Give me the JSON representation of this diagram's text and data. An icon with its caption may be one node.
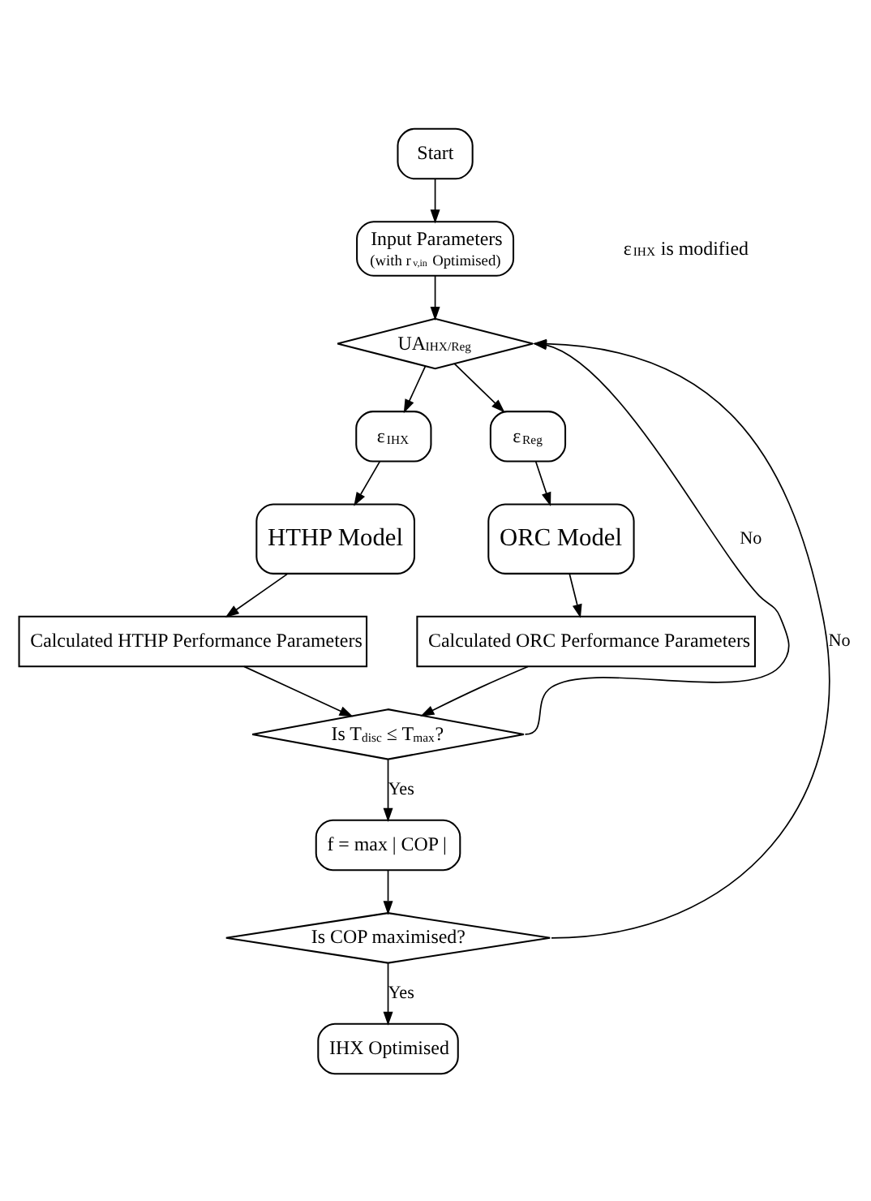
{
  "diagram": {
    "nodes": [
      {
        "text": [
          "Start"
        ]
      },
      {
        "text": [
          "Input Parameters",
          "(with r$_{v,in}$ Optimised)"
        ]
      },
      {
        "text": [
          "UA$_{IHX/Reg}$"
        ]
      },
      {
        "text": [
          "ε$_{IHX}$"
        ]
      },
      {
        "text": [
          "ε$_{Reg}$"
        ]
      },
      {
        "text": [
          "HTHP Model"
        ]
      },
      {
        "text": [
          "ORC Model"
        ]
      },
      {
        "text": [
          "Calculated HTHP Performance Parameters"
        ]
      },
      {
        "text": [
          "Calculated ORC Performance Parameters"
        ]
      },
      {
        "text": [
          "Is T$_{disc}$ ≤ T$_{max}$?"
        ]
      },
      {
        "text": [
          "f = max | COP |"
        ]
      },
      {
        "text": [
          "Is COP maximised?"
        ]
      },
      {
        "text": [
          "IHX Optimised"
        ]
      }
    ],
    "edges": [
      {
        "from": 0,
        "to": 1,
        "arrow": "to"
      },
      {
        "from": 1,
        "to": 2,
        "arrow": "to"
      },
      {
        "from": 2,
        "to": 3,
        "arrow": "to"
      },
      {
        "from": 2,
        "to": 4,
        "arrow": "to"
      },
      {
        "from": 3,
        "to": 5,
        "arrow": "to"
      },
      {
        "from": 4,
        "to": 6,
        "arrow": "to"
      },
      {
        "from": 5,
        "to": 7,
        "arrow": "to"
      },
      {
        "from": 6,
        "to": 8,
        "arrow": "to"
      },
      {
        "from": 7,
        "to": 9,
        "arrow": "to"
      },
      {
        "from": 8,
        "to": 9,
        "arrow": "to"
      },
      {
        "from": 9,
        "to": 10,
        "label": "Yes",
        "arrow": "to"
      },
      {
        "from": 10,
        "to": 11,
        "arrow": "to"
      },
      {
        "from": 11,
        "to": 12,
        "label": "Yes",
        "arrow": "to"
      },
      {
        "from": 9,
        "to": 2,
        "label": "No",
        "arrow": "to"
      },
      {
        "from": 11,
        "to": 2,
        "label": "No",
        "arrow": "to"
      }
    ],
    "labels": [
      "ε$_{IHX}$ is modified"
    ]
  }
}
